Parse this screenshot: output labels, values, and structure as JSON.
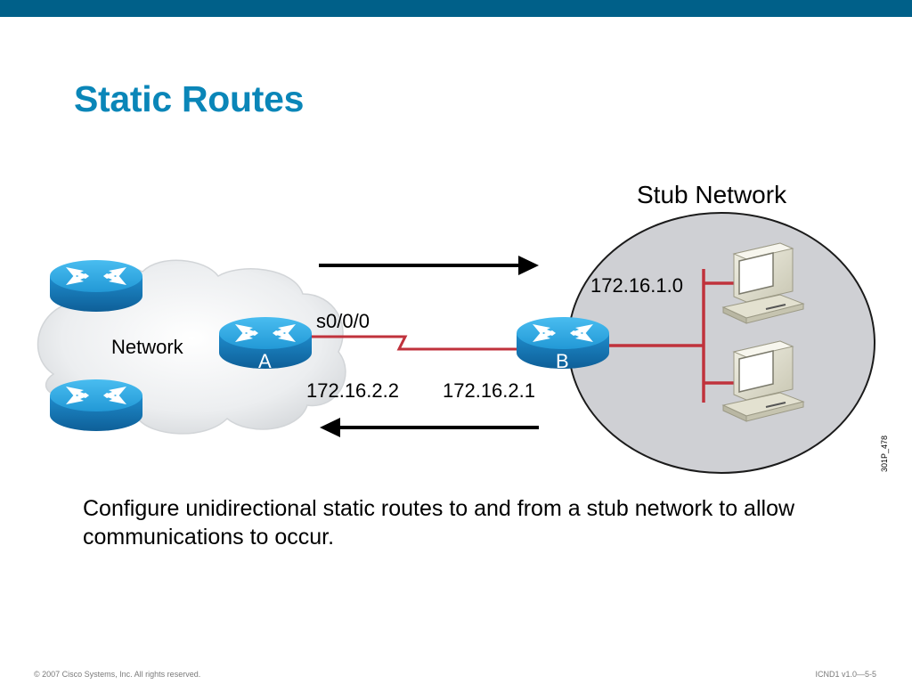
{
  "slide": {
    "title": "Static Routes",
    "caption": "Configure unidirectional static routes to and from a stub network to allow communications to occur.",
    "footer_left": "© 2007 Cisco Systems, Inc. All rights reserved.",
    "footer_right": "ICND1 v1.0—5-5"
  },
  "colors": {
    "top_bar": "#006089",
    "title": "#0a86b8",
    "router_body": "#1a7fc0",
    "router_top": "#33aee6",
    "link": "#c0323c",
    "stub_fill": "#cfd0d4",
    "cloud": "#eef0f2"
  },
  "diagram": {
    "network_label": "Network",
    "stub_label": "Stub Network",
    "router_a_label": "A",
    "router_b_label": "B",
    "interface_label": "s0/0/0",
    "ip_a": "172.16.2.2",
    "ip_b": "172.16.2.1",
    "stub_subnet": "172.16.1.0",
    "figure_code": "301P_478",
    "icons": [
      "router-icon",
      "router-icon",
      "router-icon",
      "router-icon",
      "workstation-icon",
      "workstation-icon",
      "arrow-right-icon",
      "arrow-left-icon"
    ]
  }
}
